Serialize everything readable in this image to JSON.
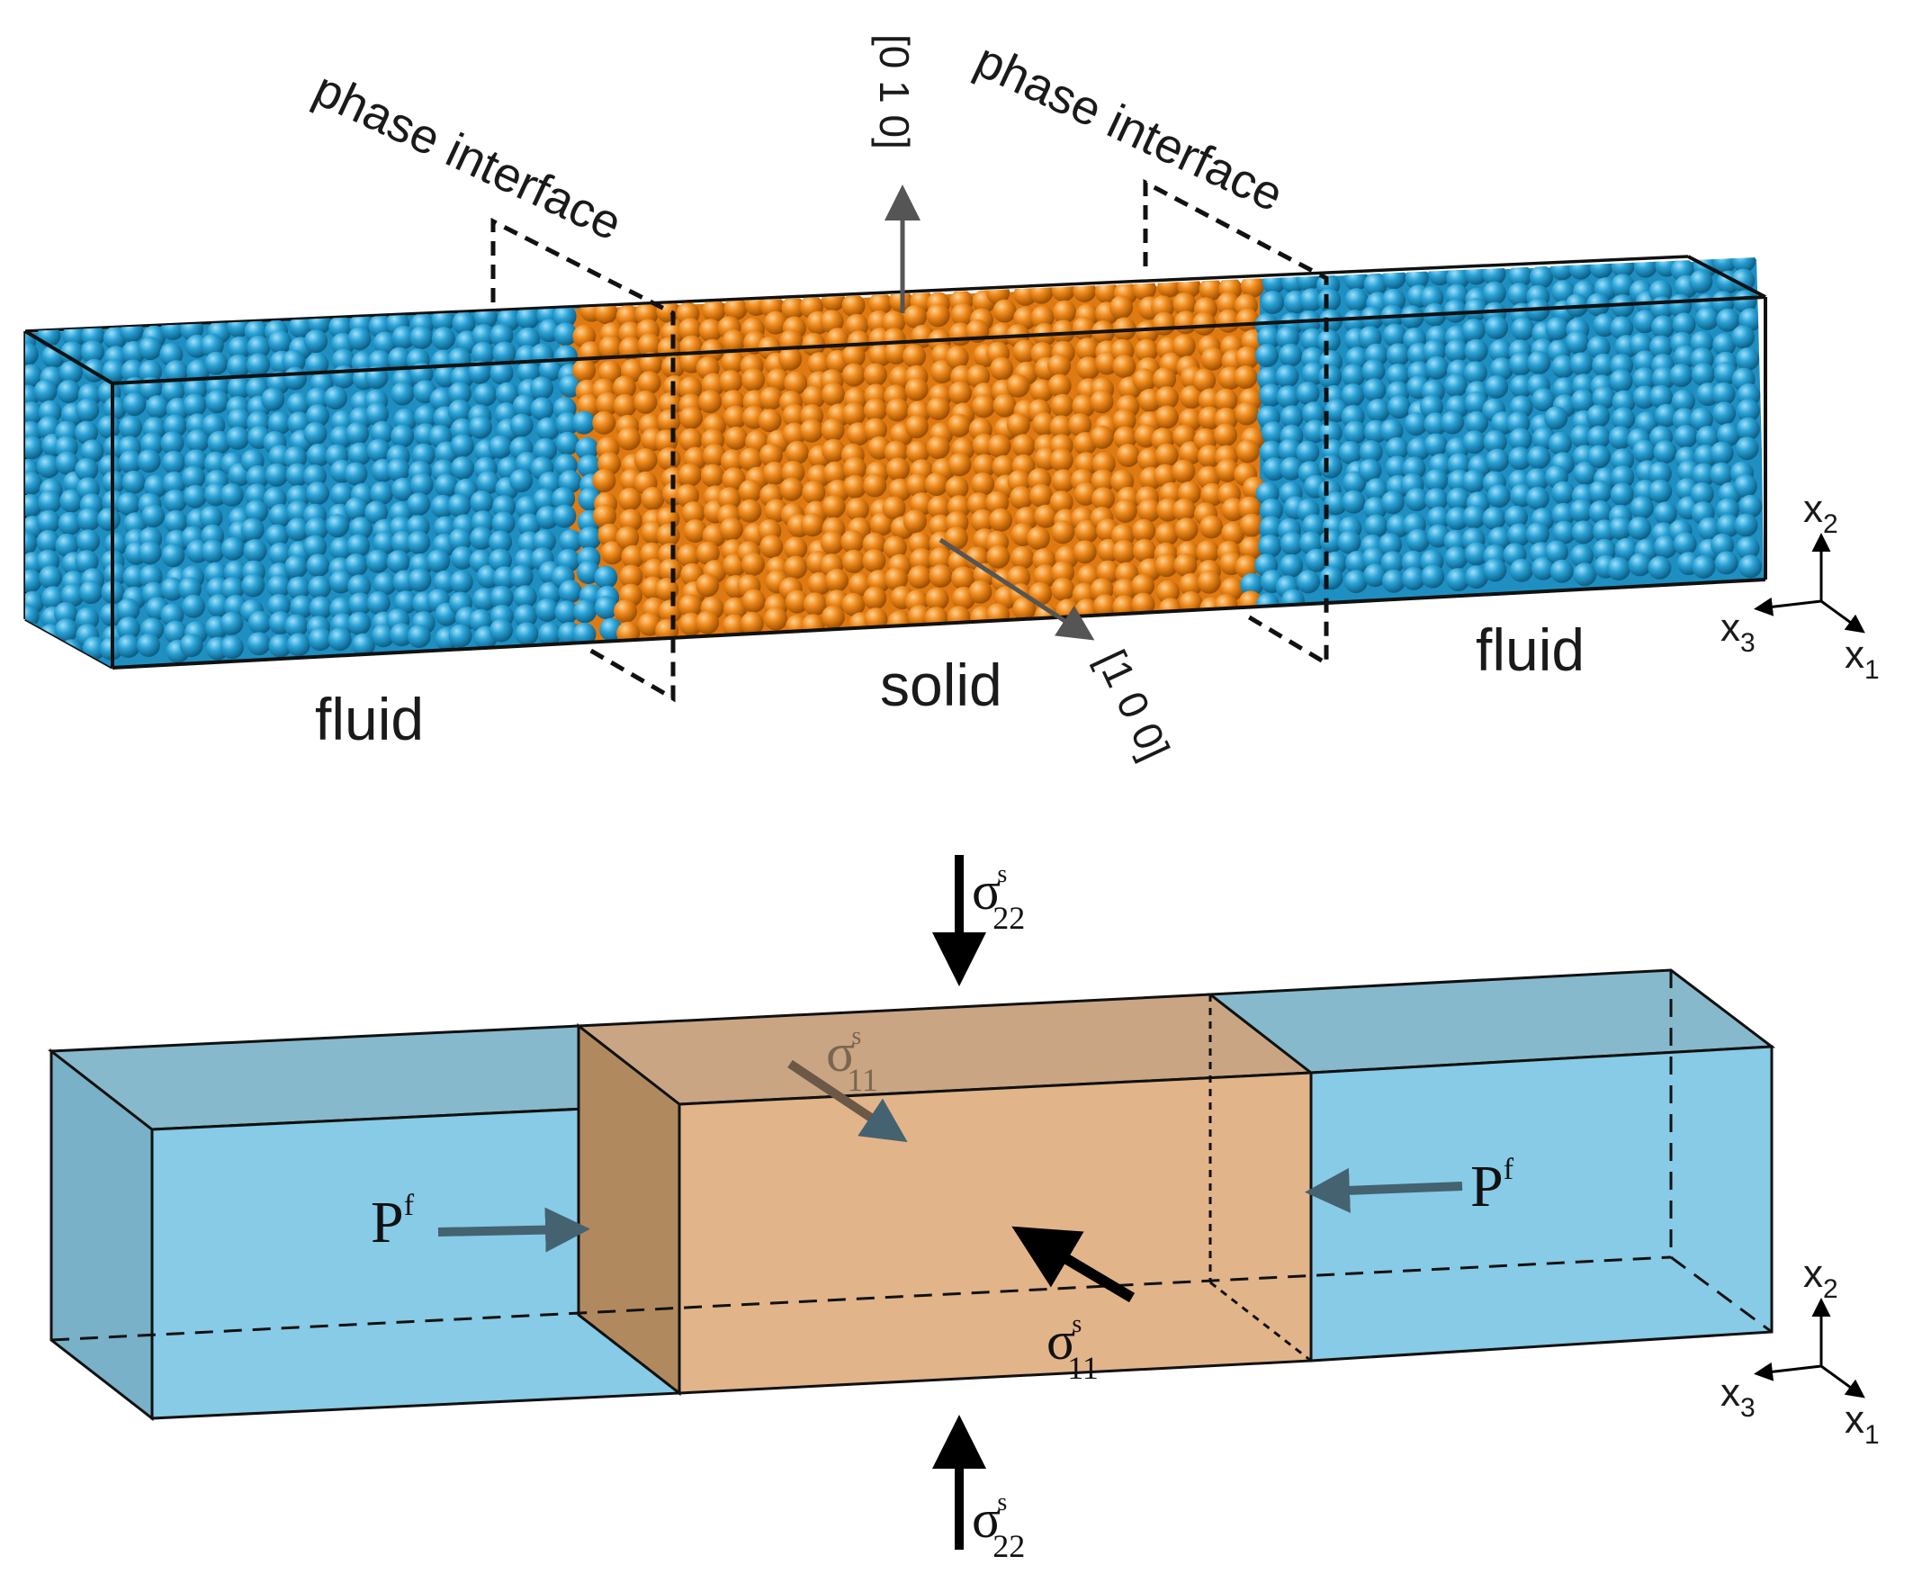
{
  "top": {
    "interface_left_label": "phase interface",
    "interface_right_label": "phase interface",
    "dir_010": "[0 1 0]",
    "dir_100": "[1 0 0]",
    "fluid_left": "fluid",
    "fluid_right": "fluid",
    "solid": "solid"
  },
  "axes": {
    "x1": "x",
    "x1_sub": "1",
    "x2": "x",
    "x2_sub": "2",
    "x3": "x",
    "x3_sub": "3"
  },
  "bottom": {
    "sigma": "σ",
    "sigma22_sup": "s",
    "sigma22_sub": "22",
    "sigma11_sup": "s",
    "sigma11_sub": "11",
    "pressure": "P",
    "pressure_sup": "f"
  },
  "colors": {
    "fluid": "#2aa2d6",
    "solid": "#ef8a1c",
    "fluid_box": "#87cbe6",
    "solid_box": "#e2b48a"
  }
}
